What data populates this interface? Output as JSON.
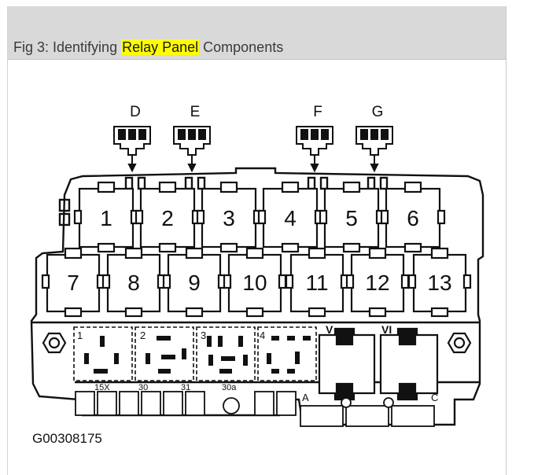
{
  "caption": {
    "prefix": "Fig 3: Identifying ",
    "highlight": "Relay Panel",
    "suffix": " Components"
  },
  "figure_code": "G00308175",
  "connector_labels": [
    "D",
    "E",
    "F",
    "G"
  ],
  "relay_top_row": [
    "1",
    "2",
    "3",
    "4",
    "5",
    "6"
  ],
  "relay_bottom_row": [
    "7",
    "8",
    "9",
    "10",
    "11",
    "12",
    "13"
  ],
  "fuse_socket_labels": [
    "V",
    "VI"
  ],
  "bottom_labels": [
    "15X",
    "30",
    "31",
    "30a"
  ],
  "corner_labels": [
    "A",
    "C"
  ],
  "block_numbers": [
    "1",
    "2",
    "3",
    "4"
  ],
  "colors": {
    "highlight": "#ffff00",
    "caption_bar": "#d9d9d9",
    "line": "#111111"
  }
}
